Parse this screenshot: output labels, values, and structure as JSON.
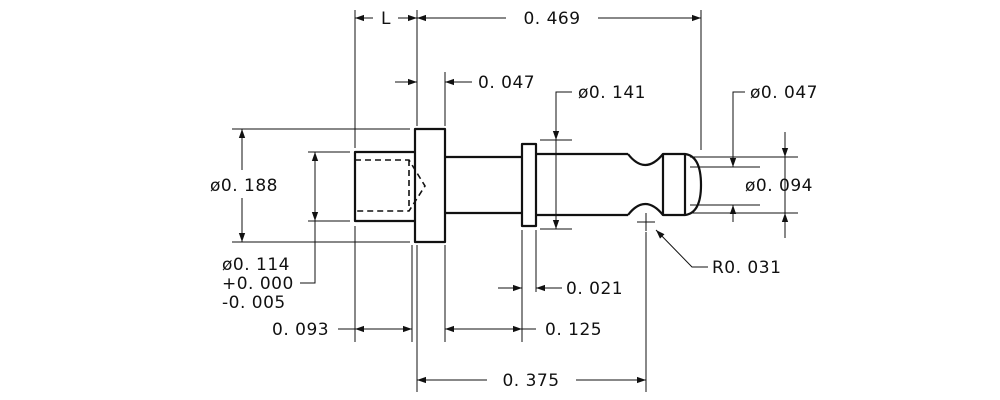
{
  "dimensions": {
    "L": "L",
    "overall_length": "0. 469",
    "head_thickness": "0. 047",
    "collar_diameter": "ø0. 141",
    "tip_diameter": "ø0. 047",
    "head_diameter": "ø0. 188",
    "ball_diameter": "ø0. 094",
    "bore_diameter": "ø0. 114",
    "bore_tol_plus": "+0. 000",
    "bore_tol_minus": "-0. 005",
    "collar_thickness": "0. 021",
    "groove_radius": "R0. 031",
    "bore_depth": "0. 093",
    "collar_position": "0. 125",
    "groove_position": "0. 375"
  }
}
